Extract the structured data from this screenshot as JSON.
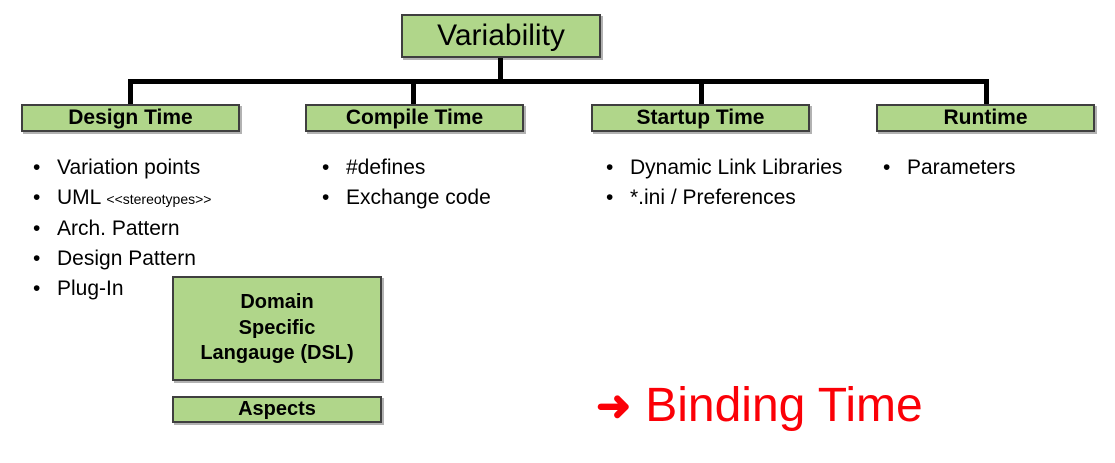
{
  "diagram": {
    "root": {
      "label": "Variability"
    },
    "phases": [
      {
        "id": "design-time",
        "label": "Design Time"
      },
      {
        "id": "compile-time",
        "label": "Compile Time"
      },
      {
        "id": "startup-time",
        "label": "Startup Time"
      },
      {
        "id": "runtime",
        "label": "Runtime"
      }
    ],
    "bullet_groups": [
      {
        "phase": "design-time",
        "items": [
          {
            "text": "Variation points",
            "note": ""
          },
          {
            "text": "UML ",
            "note": "<<stereotypes>>"
          },
          {
            "text": "Arch. Pattern",
            "note": ""
          },
          {
            "text": "Design Pattern",
            "note": ""
          },
          {
            "text": "Plug-In",
            "note": ""
          }
        ]
      },
      {
        "phase": "compile-time",
        "items": [
          {
            "text": "#defines",
            "note": ""
          },
          {
            "text": "Exchange code",
            "note": ""
          }
        ]
      },
      {
        "phase": "startup-time",
        "items": [
          {
            "text": "Dynamic Link Libraries",
            "note": ""
          },
          {
            "text": "*.ini / Preferences",
            "note": ""
          }
        ]
      },
      {
        "phase": "runtime",
        "items": [
          {
            "text": "Parameters",
            "note": ""
          }
        ]
      }
    ],
    "extra_boxes": [
      {
        "id": "dsl",
        "label": "Domain\nSpecific\nLangauge (DSL)"
      },
      {
        "id": "aspects",
        "label": "Aspects"
      }
    ],
    "callout": {
      "arrow": "➜",
      "label": "Binding Time"
    },
    "colors": {
      "box_fill": "#b0d68a",
      "box_border": "#3f3f3f",
      "connector": "#000000",
      "callout": "#fb0007",
      "text": "#000000"
    }
  }
}
